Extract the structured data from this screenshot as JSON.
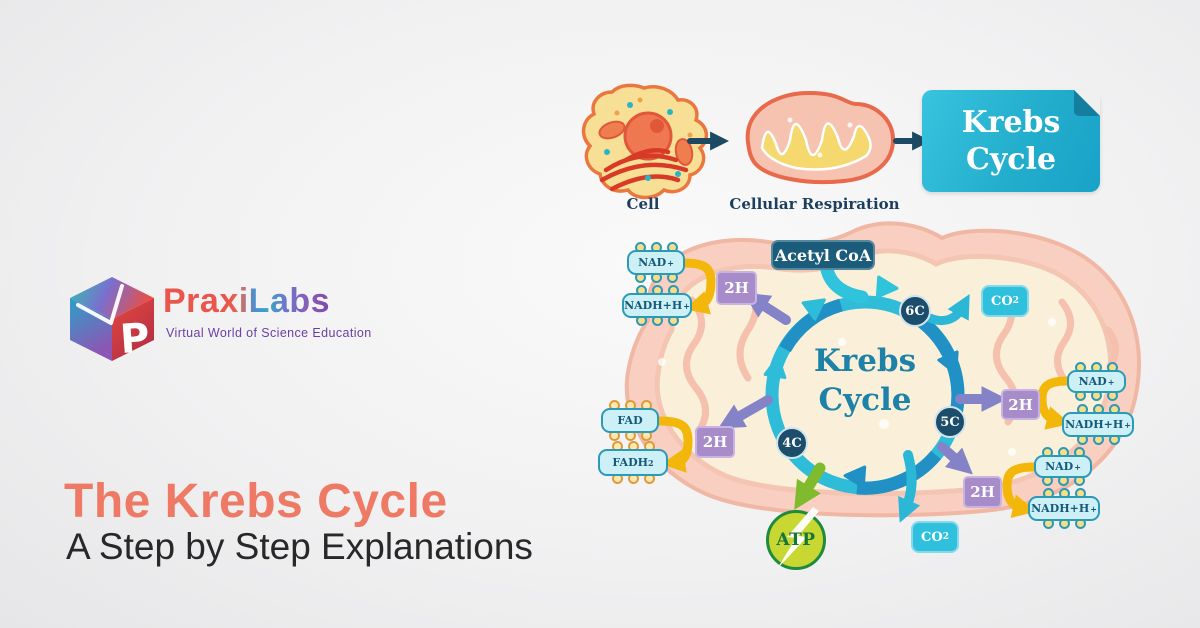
{
  "header_flow": {
    "cell_label": "Cell",
    "respiration_label": "Cellular Respiration",
    "krebs_card": {
      "line1": "Krebs",
      "line2": "Cycle"
    }
  },
  "brand": {
    "name": "PraxiLabs",
    "tagline": "Virtual World of Science Education",
    "cube_letter": "P"
  },
  "headline": {
    "title": "The Krebs Cycle",
    "subtitle": "A Step by Step Explanations"
  },
  "diagram": {
    "center": {
      "line1": "Krebs",
      "line2": "Cycle"
    },
    "acetyl_label": "Acetyl CoA",
    "nodes": {
      "six": "6C",
      "five": "5C",
      "four": "4C"
    },
    "h_transfer": "2H",
    "co2": {
      "base": "CO",
      "sub": "2"
    },
    "atp": "ATP",
    "molecules": {
      "nad": {
        "base": "NAD",
        "sup": "+"
      },
      "nadh": {
        "base": "NADH+H",
        "sup": "+"
      },
      "fad": {
        "base": "FAD"
      },
      "fadh2": {
        "base": "FADH",
        "sub": "2"
      }
    }
  },
  "colors": {
    "headline_coral": "#ee7a66",
    "cycle_cyan": "#2fbcd9",
    "cycle_blue": "#2090c5",
    "h_box_purple": "#a78cc9",
    "arrow_purple": "#8583c8",
    "arrow_yellow": "#f3b70c",
    "arrow_green": "#7fbb2d",
    "arrow_navy": "#1d4a63",
    "acetyl_navy": "#1b5c7b",
    "pill_fill": "#cdeff6",
    "atp_green": "#c9d733",
    "card_teal": "#23aecd"
  }
}
